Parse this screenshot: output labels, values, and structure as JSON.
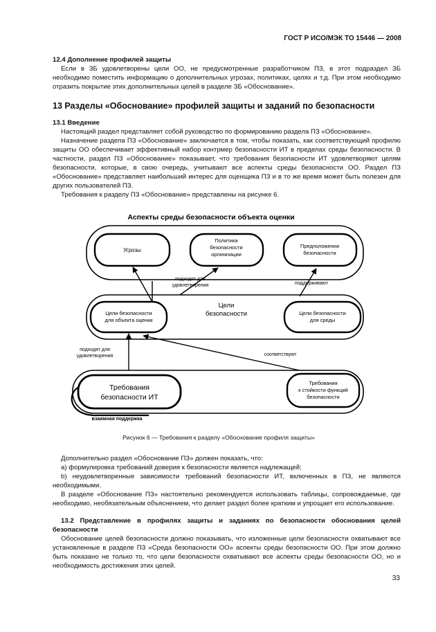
{
  "header": {
    "doc_code": "ГОСТ Р ИСО/МЭК ТО 15446 — 2008"
  },
  "s12_4": {
    "heading": "12.4 Дополнение профилей защиты",
    "text": "Если в ЗБ удовлетворены цели ОО, не предусмотренные разработчиком ПЗ, в этот подраздел ЗБ необходимо поместить информацию о дополнительных угрозах, политиках, целях и т.д. При этом необходимо отразить покрытие этих дополнительных целей в разделе ЗБ «Обоснование»."
  },
  "s13": {
    "heading": "13 Разделы «Обоснование» профилей защиты и заданий по безопасности"
  },
  "s13_1": {
    "heading": "13.1 Введение",
    "p1": "Настоящий раздел представляет собой руководство по формированию раздела ПЗ «Обоснование».",
    "p2": "Назначение раздела ПЗ «Обоснование» заключается в том, чтобы показать, как соответствующий профилю защиты ОО обеспечивает эффективный набор контрмер безопасности ИТ в пределах среды безопасности. В частности, раздел ПЗ «Обоснование» показывает, что требования безопасности ИТ удовлетворяют целям безопасности, которые, в свою очередь, учитывают все аспекты среды безопасности ОО. Раздел ПЗ «Обоснование» представляет наибольший интерес для оценщика ПЗ и в то же время может быть полезен для других пользователей ПЗ.",
    "p3": "Требования к разделу ПЗ «Обоснование» представлены на рисунке 6."
  },
  "figure": {
    "title": "Аспекты среды безопасности объекта оценки",
    "box_threats": "Угрозы",
    "box_policy": [
      "Политика",
      "безопасности",
      "организации"
    ],
    "box_assumptions": [
      "Предположения",
      "безопасности"
    ],
    "edge_satisfy_top": [
      "подходят для",
      "удовлетворения"
    ],
    "edge_support": "поддерживают",
    "goals_center": [
      "Цели",
      "безопасности"
    ],
    "box_goals_obj": [
      "Цели безопасности",
      "для объекта оценки"
    ],
    "box_goals_env": [
      "Цели безопасности",
      "для среды"
    ],
    "edge_satisfy_bottom": [
      "подходят для",
      "удовлетворения"
    ],
    "edge_correspond": "соответствуют",
    "box_requirements": [
      "Требования",
      "безопасности ИТ"
    ],
    "box_strength": [
      "Требования",
      "к стойкости функций",
      "безопасности"
    ],
    "mutual_support": "взаимная поддержка",
    "caption": "Рисунок 6 — Требования к разделу «Обоснование профиля защиты»"
  },
  "after_figure": {
    "p1": "Дополнительно раздел «Обоснование ПЗ» должен показать, что:",
    "item_a": "а) формулировка требований доверия к безопасности является надлежащей;",
    "item_b": "b) неудовлетворенные зависимости требований безопасности ИТ, включенных в ПЗ, не являются необходимыми.",
    "p2": "В разделе «Обоснование ПЗ» настоятельно рекомендуется использовать таблицы, сопровождаемые, где необходимо, необязательным объяснением, что делает раздел более кратким и упрощает его использование."
  },
  "s13_2": {
    "heading": "13.2 Представление в профилях защиты и заданиях по безопасности обоснования целей безопасности",
    "text": "Обоснование целей безопасности должно показывать, что изложенные цели безопасности охватывают все установленные в разделе ПЗ «Среда безопасности ОО» аспекты среды безопасности ОО. При этом должно быть показано не только то, что цели безопасности охватывают все аспекты среды безопасности ОО, но и необходимость достижения этих целей."
  },
  "footer": {
    "page_number": "33"
  }
}
